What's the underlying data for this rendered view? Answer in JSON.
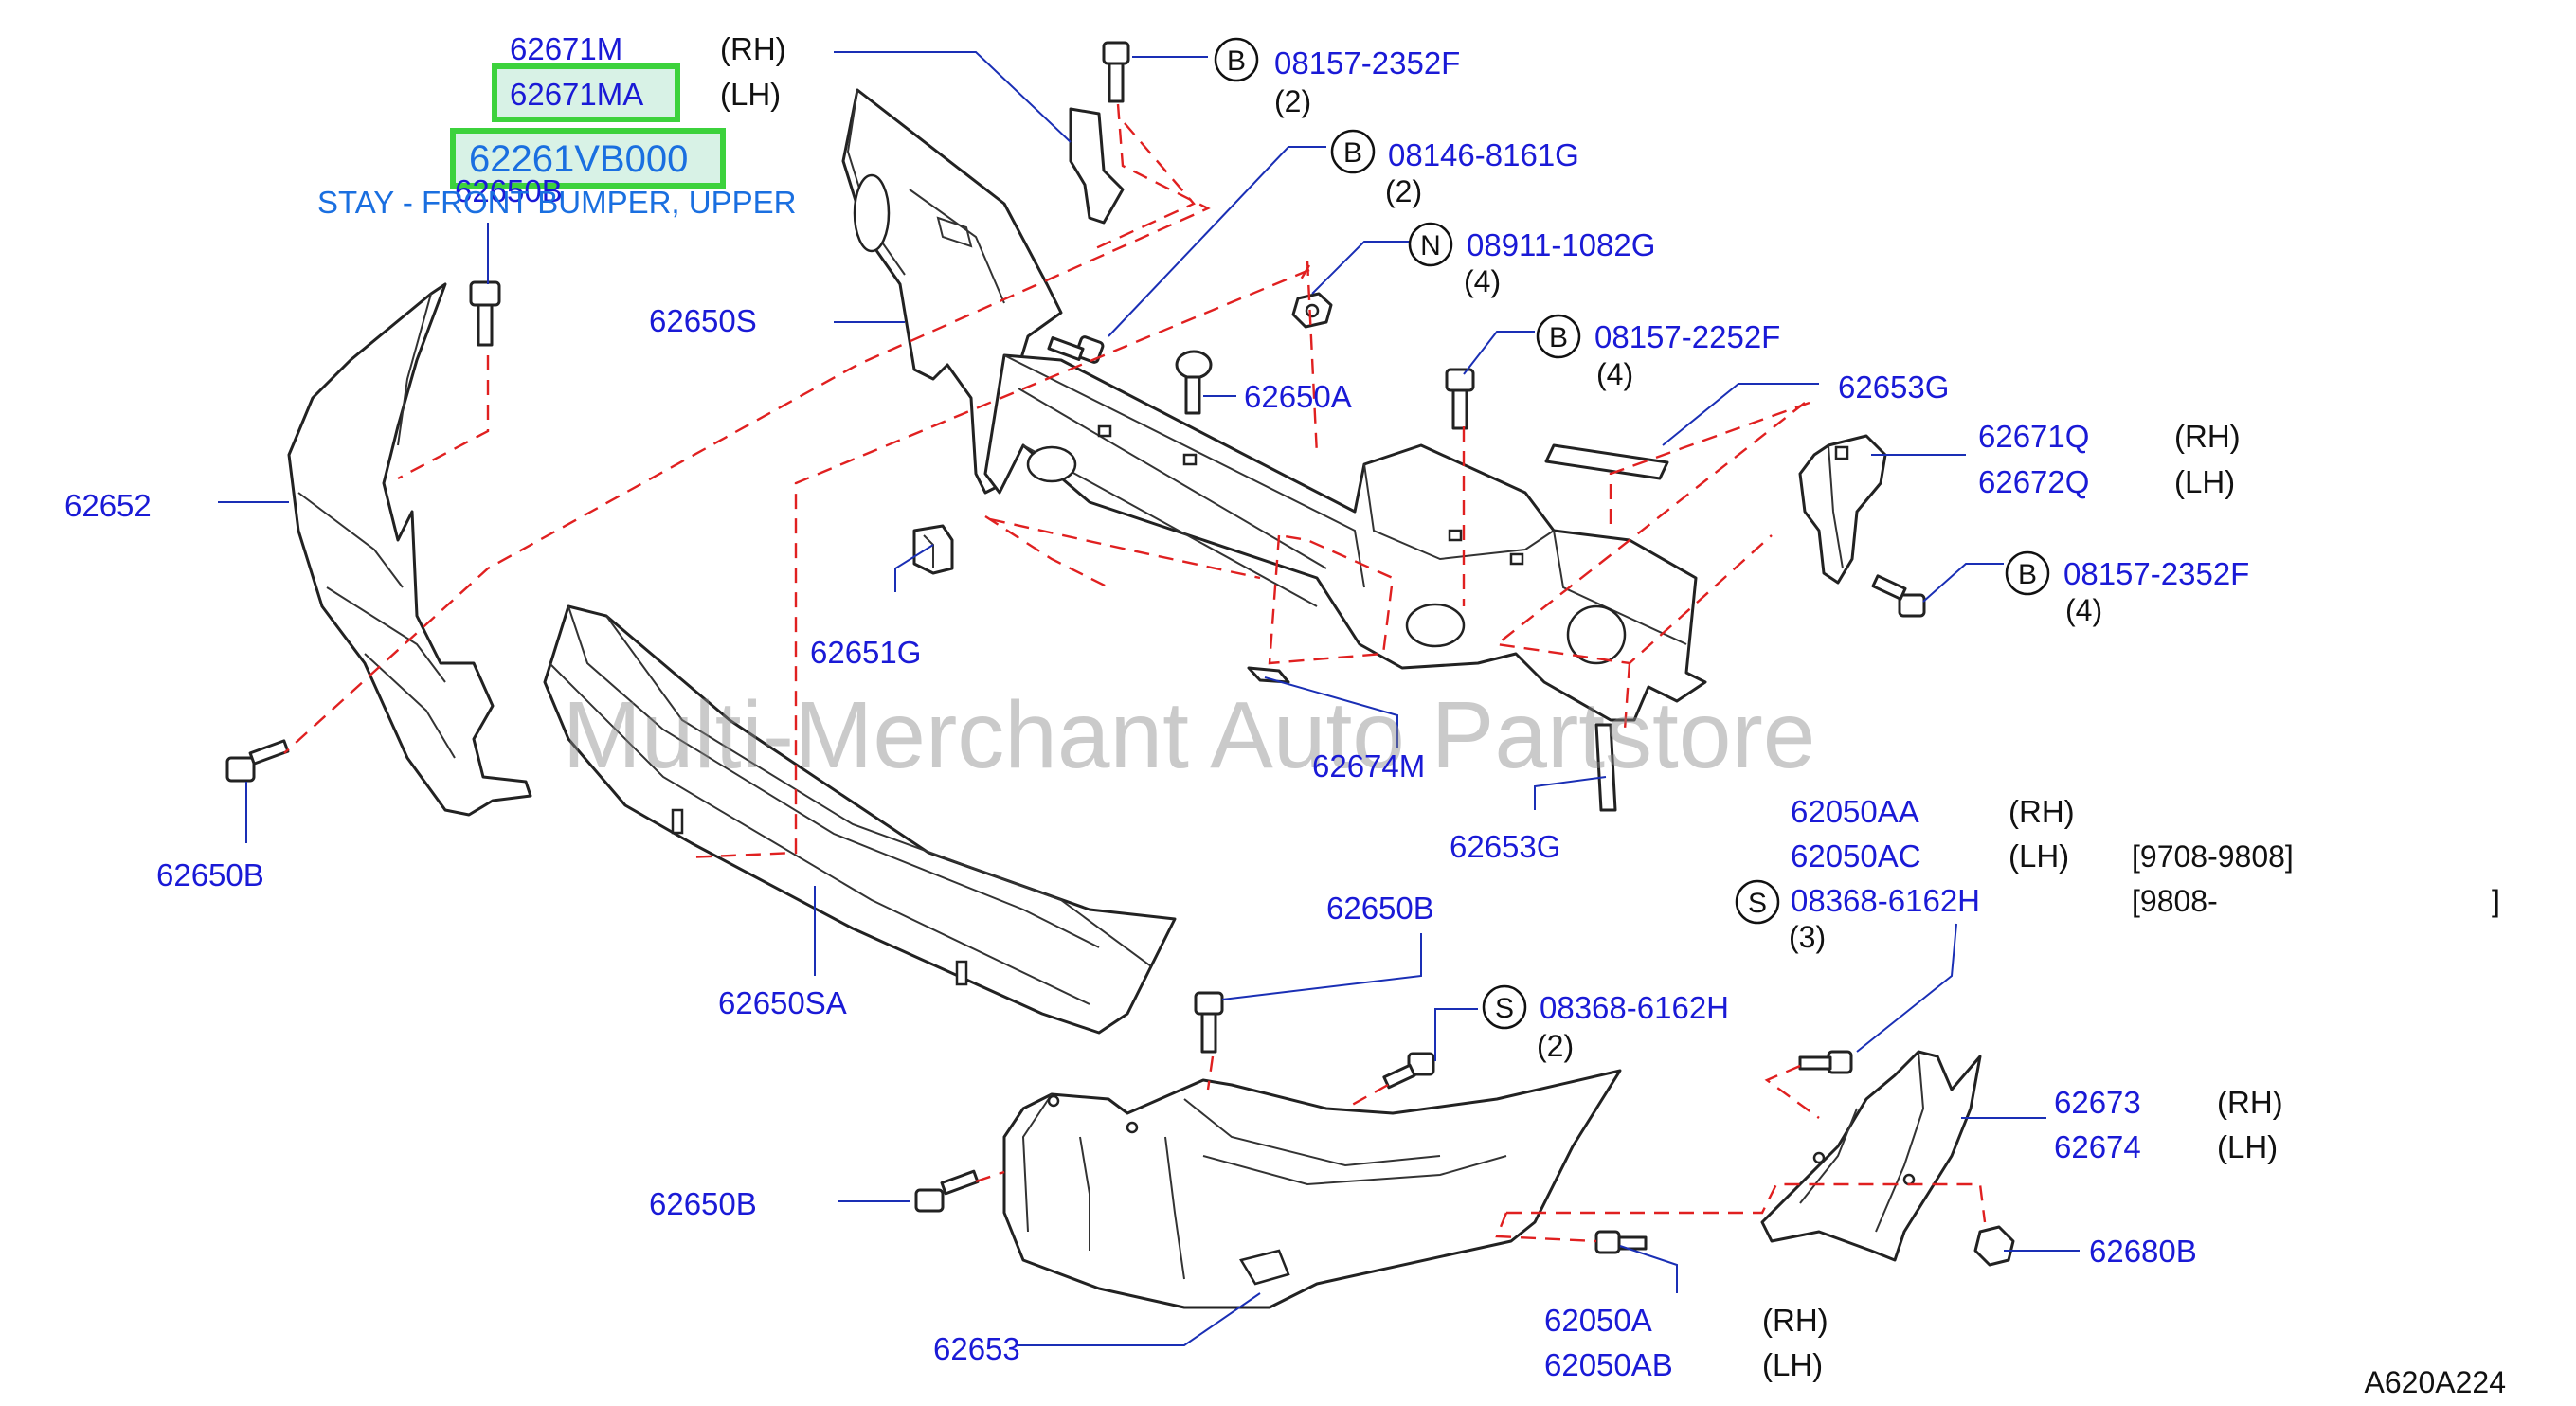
{
  "highlighted": [
    "62671MA",
    "62261VB000"
  ],
  "highlight_description": "STAY - FRONT BUMPER, UPPER",
  "watermark": "Multi-Merchant Auto Partstore",
  "diagram_code": "A620A224",
  "labels": {
    "p62671M": "62671M",
    "p62671M_q": "(RH)",
    "p62671MA": "62671MA",
    "p62671MA_q": "(LH)",
    "p62261VB000": "62261VB000",
    "p62650B_top": "62650B",
    "p08157_2352F_top": "08157-2352F",
    "p08157_2352F_top_qty": "(2)",
    "p08146_8161G": "08146-8161G",
    "p08146_8161G_qty": "(2)",
    "p08911_1082G": "08911-1082G",
    "p08911_1082G_qty": "(4)",
    "p08157_2252F": "08157-2252F",
    "p08157_2252F_qty": "(4)",
    "p62650S": "62650S",
    "p62650A": "62650A",
    "p62653G_top": "62653G",
    "p62671Q": "62671Q",
    "p62671Q_q": "(RH)",
    "p62672Q": "62672Q",
    "p62672Q_q": "(LH)",
    "p08157_2352F_right": "08157-2352F",
    "p08157_2352F_right_qty": "(4)",
    "p62652": "62652",
    "p62651G": "62651G",
    "p62674M": "62674M",
    "p62653G_bottom": "62653G",
    "p62050AA": "62050AA",
    "p62050AA_q": "(RH)",
    "p62050AC": "62050AC",
    "p62050AC_q": "(LH)",
    "p62050AC_date": "[9708-9808]",
    "p08368_6162H_right": "08368-6162H",
    "p08368_6162H_right_date": "[9808-",
    "p08368_6162H_right_close": "]",
    "p08368_6162H_right_qty": "(3)",
    "p62650B_left": "62650B",
    "p62650B_mid": "62650B",
    "p08368_6162H_mid": "08368-6162H",
    "p08368_6162H_mid_qty": "(2)",
    "p62650SA": "62650SA",
    "p62650B_low": "62650B",
    "p62673": "62673",
    "p62673_q": "(RH)",
    "p62674": "62674",
    "p62674_q": "(LH)",
    "p62680B": "62680B",
    "p62653": "62653",
    "p62050A": "62050A",
    "p62050A_q": "(RH)",
    "p62050AB": "62050AB",
    "p62050AB_q": "(LH)"
  },
  "badges": {
    "b1": "B",
    "b2": "B",
    "b3": "N",
    "b4": "B",
    "b5": "B",
    "b6": "S",
    "b7": "S"
  },
  "colors": {
    "part_number": "#1a1ad6",
    "description": "#1a6fe0",
    "highlight_border": "#3cd23c",
    "dashed_line": "#e02020",
    "outline": "#222222"
  }
}
